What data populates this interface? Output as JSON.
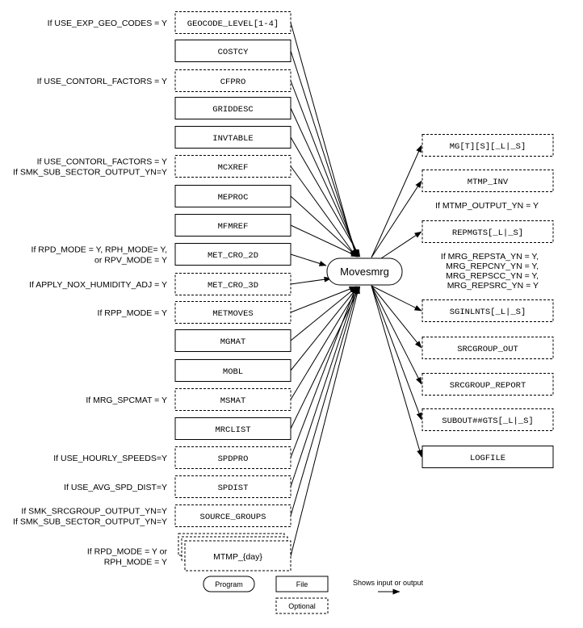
{
  "program": {
    "label": "Movesmrg"
  },
  "inputs": [
    {
      "label": "GEOCODE_LEVEL[1-4]",
      "optional": true,
      "condition": [
        "If USE_EXP_GEO_CODES = Y"
      ]
    },
    {
      "label": "COSTCY",
      "optional": false,
      "condition": []
    },
    {
      "label": "CFPRO",
      "optional": true,
      "condition": [
        "If USE_CONTORL_FACTORS = Y"
      ]
    },
    {
      "label": "GRIDDESC",
      "optional": false,
      "condition": []
    },
    {
      "label": "INVTABLE",
      "optional": false,
      "condition": []
    },
    {
      "label": "MCXREF",
      "optional": true,
      "condition": [
        "If USE_CONTORL_FACTORS = Y",
        "If SMK_SUB_SECTOR_OUTPUT_YN=Y"
      ]
    },
    {
      "label": "MEPROC",
      "optional": false,
      "condition": []
    },
    {
      "label": "MFMREF",
      "optional": false,
      "condition": []
    },
    {
      "label": "MET_CRO_2D",
      "optional": false,
      "condition": [
        "If RPD_MODE = Y, RPH_MODE= Y,",
        "or  RPV_MODE = Y"
      ]
    },
    {
      "label": "MET_CRO_3D",
      "optional": true,
      "condition": [
        "If APPLY_NOX_HUMIDITY_ADJ = Y"
      ]
    },
    {
      "label": "METMOVES",
      "optional": true,
      "condition": [
        "If RPP_MODE = Y"
      ]
    },
    {
      "label": "MGMAT",
      "optional": false,
      "condition": []
    },
    {
      "label": "MOBL",
      "optional": false,
      "condition": []
    },
    {
      "label": "MSMAT",
      "optional": true,
      "condition": [
        "If MRG_SPCMAT = Y"
      ]
    },
    {
      "label": "MRCLIST",
      "optional": false,
      "condition": []
    },
    {
      "label": "SPDPRO",
      "optional": true,
      "condition": [
        "If USE_HOURLY_SPEEDS=Y"
      ]
    },
    {
      "label": "SPDIST",
      "optional": true,
      "condition": [
        "If USE_AVG_SPD_DIST=Y"
      ]
    },
    {
      "label": "SOURCE_GROUPS",
      "optional": true,
      "condition": [
        "If SMK_SRCGROUP_OUTPUT_YN=Y",
        "If SMK_SUB_SECTOR_OUTPUT_YN=Y"
      ]
    },
    {
      "label": "MTMP_{day}",
      "optional": true,
      "stacked": true,
      "condition": [
        "If RPD_MODE = Y or",
        "RPH_MODE = Y"
      ]
    }
  ],
  "outputs": [
    {
      "label": "MG[T][S][_L|_S]",
      "optional": true,
      "condition": []
    },
    {
      "label": "MTMP_INV",
      "optional": true,
      "condition": [
        "If MTMP_OUTPUT_YN = Y"
      ]
    },
    {
      "label": "REPMGTS[_L|_S]",
      "optional": true,
      "condition": [
        "If MRG_REPSTA_YN = Y,",
        "MRG_REPCNY_YN = Y,",
        "MRG_REPSCC_YN = Y,",
        "MRG_REPSRC_YN = Y"
      ]
    },
    {
      "label": "SGINLNTS[_L|_S]",
      "optional": true,
      "condition": []
    },
    {
      "label": "SRCGROUP_OUT",
      "optional": true,
      "condition": []
    },
    {
      "label": "SRCGROUP_REPORT",
      "optional": true,
      "condition": []
    },
    {
      "label": "SUBOUT##GTS[_L|_S]",
      "optional": true,
      "condition": []
    },
    {
      "label": "LOGFILE",
      "optional": false,
      "condition": []
    }
  ],
  "legend": {
    "program": "Program",
    "file": "File",
    "optional": "Optional",
    "arrow": "Shows input or output"
  }
}
